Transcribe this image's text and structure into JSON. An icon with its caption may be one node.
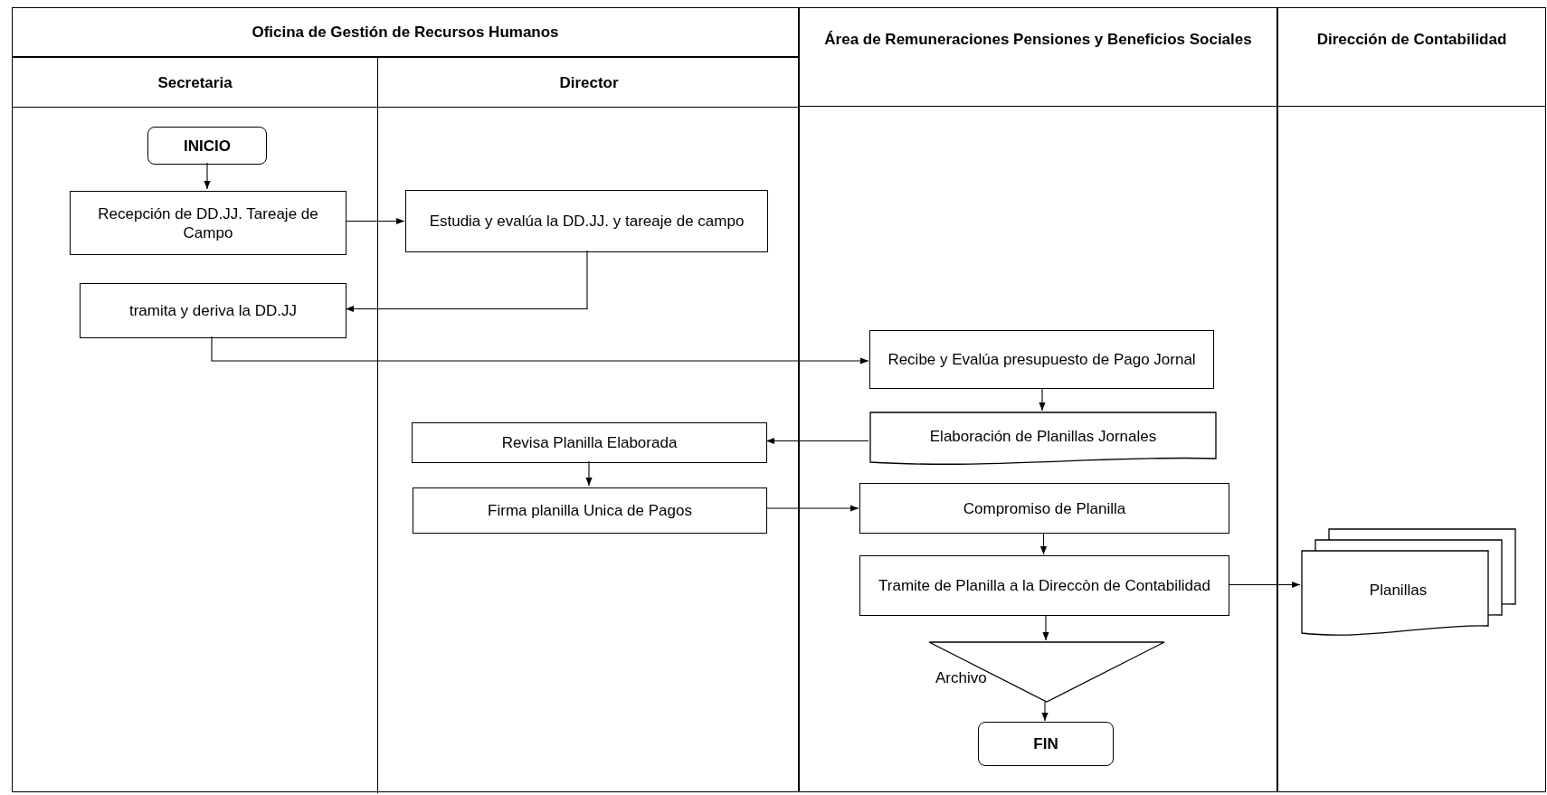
{
  "diagram": {
    "nodes": [
      {
        "text": [
          "Oficina de Gestión de Recursos Humanos"
        ]
      },
      {
        "text": [
          "Secretaria"
        ],
        "in": 0
      },
      {
        "text": [
          "Director"
        ],
        "in": 0
      },
      {
        "text": [
          "Área de Remuneraciones Pensiones y Beneficios Sociales"
        ]
      },
      {
        "text": [
          "Dirección de Contabilidad"
        ]
      },
      {
        "text": [
          "INICIO"
        ],
        "in": 1
      },
      {
        "text": [
          "Recepción de DD.JJ. Tareaje de Campo"
        ],
        "in": 1
      },
      {
        "text": [
          "Estudia y evalúa la DD.JJ. y tareaje de campo"
        ],
        "in": 2
      },
      {
        "text": [
          "tramita y deriva la DD.JJ"
        ],
        "in": 1
      },
      {
        "text": [
          "Recibe y Evalúa presupuesto de Pago Jornal"
        ],
        "in": 3
      },
      {
        "text": [
          "Elaboración de Planillas Jornales"
        ],
        "in": 3
      },
      {
        "text": [
          "Revisa Planilla Elaborada"
        ],
        "in": 2
      },
      {
        "text": [
          "Firma planilla Unica de Pagos"
        ],
        "in": 2
      },
      {
        "text": [
          "Compromiso de Planilla"
        ],
        "in": 3
      },
      {
        "text": [
          "Tramite de Planilla a la Direccòn de Contabilidad"
        ],
        "in": 3
      },
      {
        "text": [
          "Archivo"
        ],
        "in": 3
      },
      {
        "text": [
          "FIN"
        ],
        "in": 3
      },
      {
        "text": [
          "Planillas"
        ],
        "in": 4
      }
    ],
    "edges": [
      {
        "from": 5,
        "to": 6,
        "arrow": "to"
      },
      {
        "from": 6,
        "to": 7,
        "arrow": "to"
      },
      {
        "from": 7,
        "to": 8,
        "arrow": "to"
      },
      {
        "from": 8,
        "to": 9,
        "arrow": "to"
      },
      {
        "from": 9,
        "to": 10,
        "arrow": "to"
      },
      {
        "from": 10,
        "to": 11,
        "arrow": "to"
      },
      {
        "from": 11,
        "to": 12,
        "arrow": "to"
      },
      {
        "from": 12,
        "to": 13,
        "arrow": "to"
      },
      {
        "from": 13,
        "to": 14,
        "arrow": "to"
      },
      {
        "from": 14,
        "to": 15,
        "arrow": "to"
      },
      {
        "from": 15,
        "to": 16,
        "arrow": "to"
      },
      {
        "from": 14,
        "to": 17,
        "arrow": "to"
      }
    ]
  }
}
